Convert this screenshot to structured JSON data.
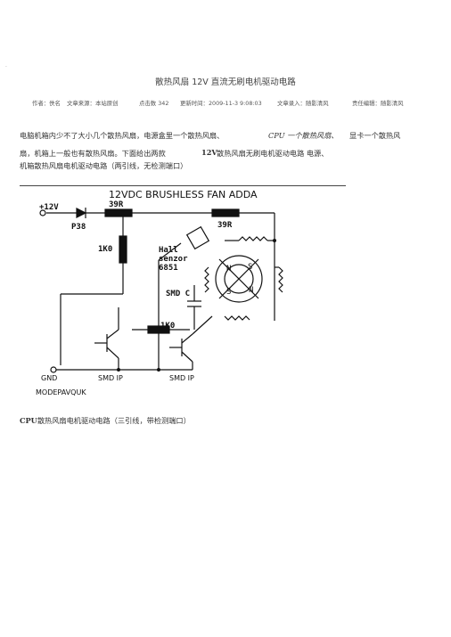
{
  "header": {
    "corner_mark": "·",
    "title": "散热风扇 12V 直流无刷电机驱动电路",
    "meta": {
      "author": "作者：佚名",
      "source": "文章来源：本站原创",
      "clicks": "点击数 342",
      "updated": "更新时间：2009-11-3 9:08:03",
      "editor_in": "文章录入：随影清风",
      "editor": "责任编辑：随影清风"
    }
  },
  "intro": {
    "line1_a": "电脑机箱内少不了大小几个散热风扇，电源盒里一个散热风扇、",
    "line1_b": "CPU 一个散热风扇、",
    "line1_c": "显卡一个散热风",
    "line2_a": "扇，机箱上一般也有散热风扇。下面给出两款",
    "line2_b": "12V",
    "line2_c": "散热风扇无刷电机驱动电路 电源、",
    "line3": "机箱散热风扇电机驱动电路（两引线，无检测端口）"
  },
  "circuit": {
    "heading": "12VDC BRUSHLESS FAN ADDA",
    "supply": "+12V",
    "diode": "P38",
    "r1": "39R",
    "r2": "39R",
    "r3": "1K0",
    "r4": "1K0",
    "hall_l1": "Hall",
    "hall_l2": "senzor",
    "hall_l3": "6851",
    "cap": "SMD C",
    "pole_n1": "N",
    "pole_s1": "S",
    "pole_s2": "S",
    "pole_n2": "N",
    "gnd": "GND",
    "q1": "SMD IP",
    "q2": "SMD IP",
    "model": "MODEPAVQUK"
  },
  "caption2": {
    "bold": "CPU",
    "text": "散热风扇电机驱动电路（三引线，带检测端口）"
  }
}
